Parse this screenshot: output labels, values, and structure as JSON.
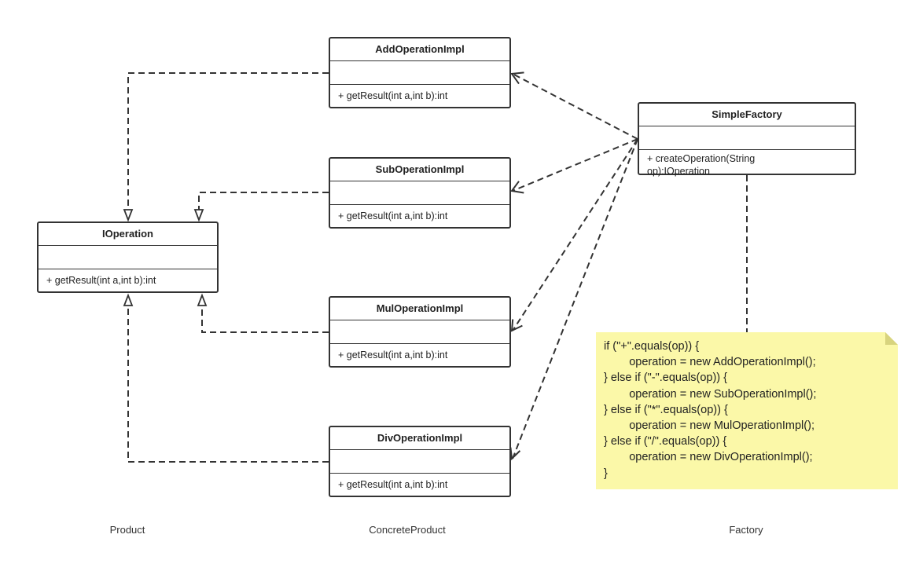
{
  "classes": {
    "ioperation": {
      "name": "IOperation",
      "ops": "+ getResult(int a,int b):int"
    },
    "add": {
      "name": "AddOperationImpl",
      "ops": "+ getResult(int a,int b):int"
    },
    "sub": {
      "name": "SubOperationImpl",
      "ops": "+ getResult(int a,int b):int"
    },
    "mul": {
      "name": "MulOperationImpl",
      "ops": "+ getResult(int a,int b):int"
    },
    "div": {
      "name": "DivOperationImpl",
      "ops": "+ getResult(int a,int b):int"
    },
    "factory": {
      "name": "SimpleFactory",
      "ops": "+ createOperation(String\nop):IOperation"
    }
  },
  "note": {
    "code": "if (\"+\".equals(op)) {\n        operation = new AddOperationImpl();\n} else if (\"-\".equals(op)) {\n        operation = new SubOperationImpl();\n} else if (\"*\".equals(op)) {\n        operation = new MulOperationImpl();\n} else if (\"/\".equals(op)) {\n        operation = new DivOperationImpl();\n}"
  },
  "labels": {
    "product": "Product",
    "concrete": "ConcreteProduct",
    "factory": "Factory"
  },
  "relationships": [
    {
      "type": "realization",
      "from": "AddOperationImpl",
      "to": "IOperation"
    },
    {
      "type": "realization",
      "from": "SubOperationImpl",
      "to": "IOperation"
    },
    {
      "type": "realization",
      "from": "MulOperationImpl",
      "to": "IOperation"
    },
    {
      "type": "realization",
      "from": "DivOperationImpl",
      "to": "IOperation"
    },
    {
      "type": "dependency",
      "from": "SimpleFactory",
      "to": "AddOperationImpl"
    },
    {
      "type": "dependency",
      "from": "SimpleFactory",
      "to": "SubOperationImpl"
    },
    {
      "type": "dependency",
      "from": "SimpleFactory",
      "to": "MulOperationImpl"
    },
    {
      "type": "dependency",
      "from": "SimpleFactory",
      "to": "DivOperationImpl"
    },
    {
      "type": "note-anchor",
      "from": "SimpleFactory",
      "to": "note"
    }
  ],
  "colors": {
    "line": "#333333",
    "note_fill": "#fbf8a8",
    "note_fold": "#d8d47e"
  }
}
